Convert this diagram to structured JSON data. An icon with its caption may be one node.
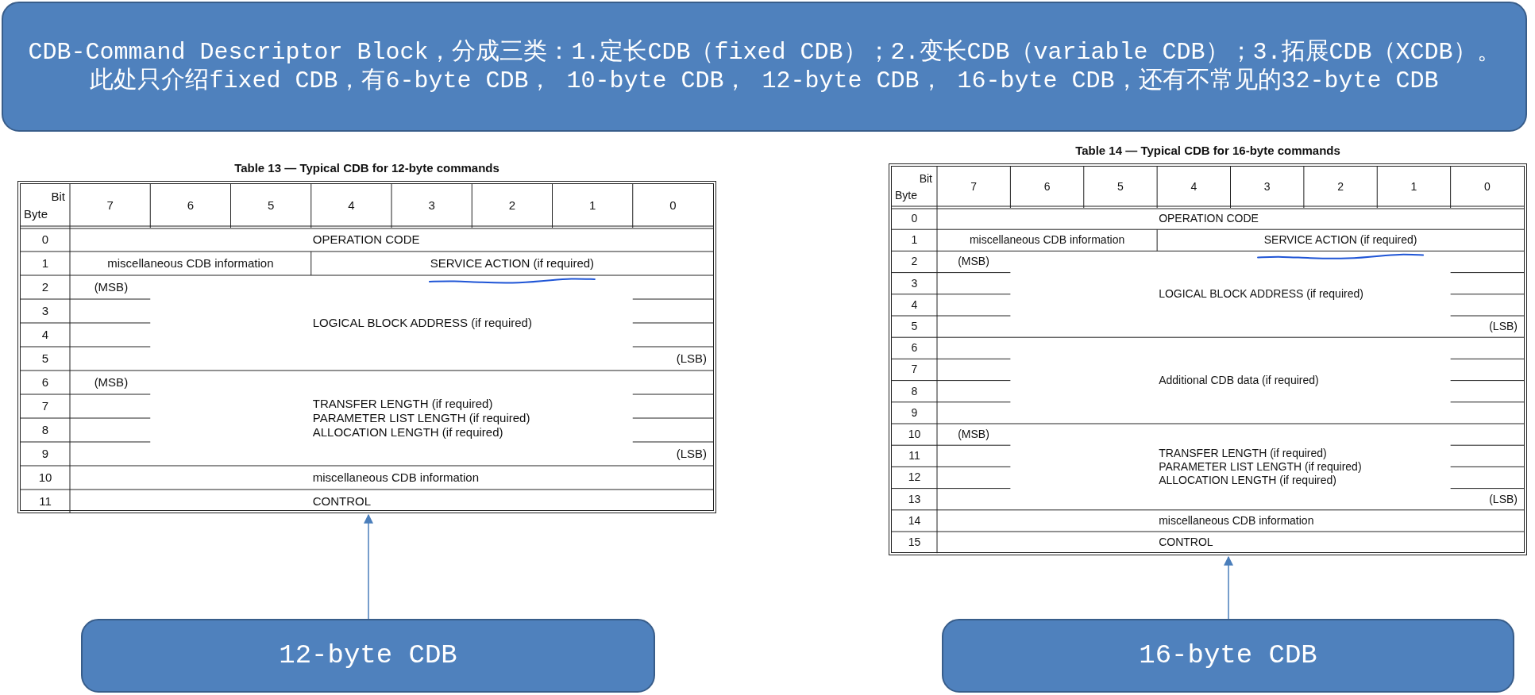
{
  "diagram": {
    "nodes": [
      {
        "text": [
          "CDB-Command Descriptor Block，分成三类：1.定长CDB（fixed CDB）；2.变长CDB（variable CDB）；3.拓展CDB（XCDB）。此处只介绍fixed CDB，有6-byte CDB， 10-byte CDB， 12-byte CDB， 16-byte CDB，还有不常见的32-byte CDB"
        ]
      },
      {
        "text": [
          "Table 13 — Typical CDB for 12-byte commands"
        ]
      },
      {
        "text": [
          "Table 14 — Typical CDB for 16-byte commands"
        ]
      },
      {
        "text": [
          "12-byte CDB"
        ]
      },
      {
        "text": [
          "16-byte CDB"
        ]
      }
    ],
    "edges": [
      {
        "from": 3,
        "to": 1,
        "arrow": "to"
      },
      {
        "from": 4,
        "to": 2,
        "arrow": "to"
      }
    ],
    "labels": [
      "Bit",
      "Byte",
      "7",
      "6",
      "5",
      "4",
      "3",
      "2",
      "1",
      "0",
      "0",
      "OPERATION CODE",
      "1",
      "miscellaneous CDB information",
      "SERVICE ACTION (if required)",
      "2",
      "(MSB)",
      "LOGICAL BLOCK ADDRESS (if required)",
      "3",
      "4",
      "5",
      "(LSB)",
      "6",
      "(MSB)",
      "TRANSFER LENGTH (if required)",
      "PARAMETER LIST LENGTH (if required)",
      "ALLOCATION LENGTH (if required)",
      "7",
      "8",
      "9",
      "(LSB)",
      "10",
      "miscellaneous CDB information",
      "11",
      "CONTROL",
      "Bit",
      "Byte",
      "7",
      "6",
      "5",
      "4",
      "3",
      "2",
      "1",
      "0",
      "0",
      "OPERATION CODE",
      "1",
      "miscellaneous CDB information",
      "SERVICE ACTION (if required)",
      "2",
      "(MSB)",
      "LOGICAL BLOCK ADDRESS (if required)",
      "3",
      "4",
      "5",
      "(LSB)",
      "6",
      "Additional CDB data (if required)",
      "7",
      "8",
      "9",
      "10",
      "(MSB)",
      "TRANSFER LENGTH (if required)",
      "PARAMETER LIST LENGTH (if required)",
      "ALLOCATION LENGTH (if required)",
      "11",
      "12",
      "13",
      "(LSB)",
      "14",
      "miscellaneous CDB information",
      "15",
      "CONTROL"
    ]
  }
}
